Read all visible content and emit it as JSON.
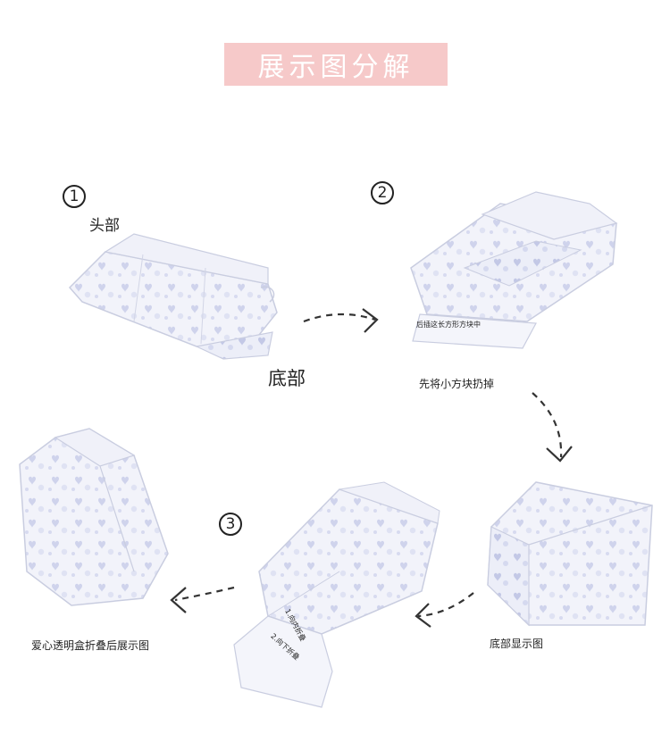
{
  "title": "展示图分解",
  "steps": {
    "one": "1",
    "two": "2",
    "three": "3"
  },
  "labels": {
    "head": "头部",
    "bottom": "底部",
    "step2_note": "后插这长方形方块中",
    "step2_caption": "先将小方块扔掉",
    "bottom_display": "底部显示图",
    "final_caption": "爱心透明盒折叠后展示图",
    "fold_in": "1.向内折叠",
    "fold_down": "2.向下折叠"
  },
  "colors": {
    "banner": "#f6c9c9",
    "box_fill": "#eef0f8",
    "box_edge": "#c9cde0",
    "heart": "#c7cbe6",
    "arrow": "#333333"
  }
}
